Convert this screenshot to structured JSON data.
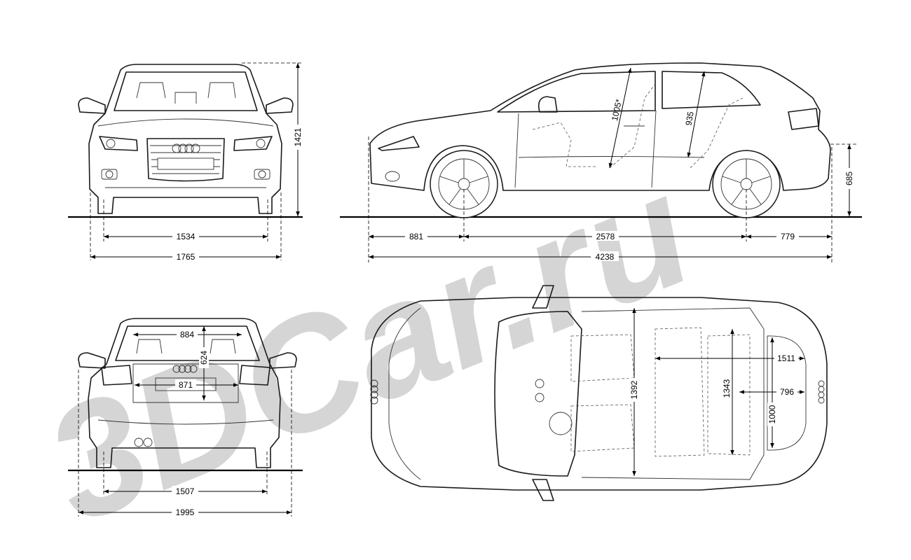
{
  "watermark": {
    "text": "3DCar.ru"
  },
  "views": {
    "front": {
      "dimensions": {
        "track": "1534",
        "width": "1765",
        "height": "1421"
      }
    },
    "side": {
      "dimensions": {
        "front_overhang": "881",
        "wheelbase": "2578",
        "rear_overhang": "779",
        "length": "4238",
        "trunk_height": "685",
        "front_headroom": "1005*",
        "rear_headroom": "935"
      }
    },
    "rear": {
      "dimensions": {
        "window_width": "884",
        "window_height": "624",
        "trunk_opening_width": "871",
        "rear_track": "1507",
        "width_mirrors": "1995"
      }
    },
    "top": {
      "dimensions": {
        "cabin_width": "1392",
        "rear_cabin_width": "1343",
        "cargo_length": "1511",
        "cargo_length_folded": "796",
        "cargo_width": "1000"
      }
    }
  }
}
